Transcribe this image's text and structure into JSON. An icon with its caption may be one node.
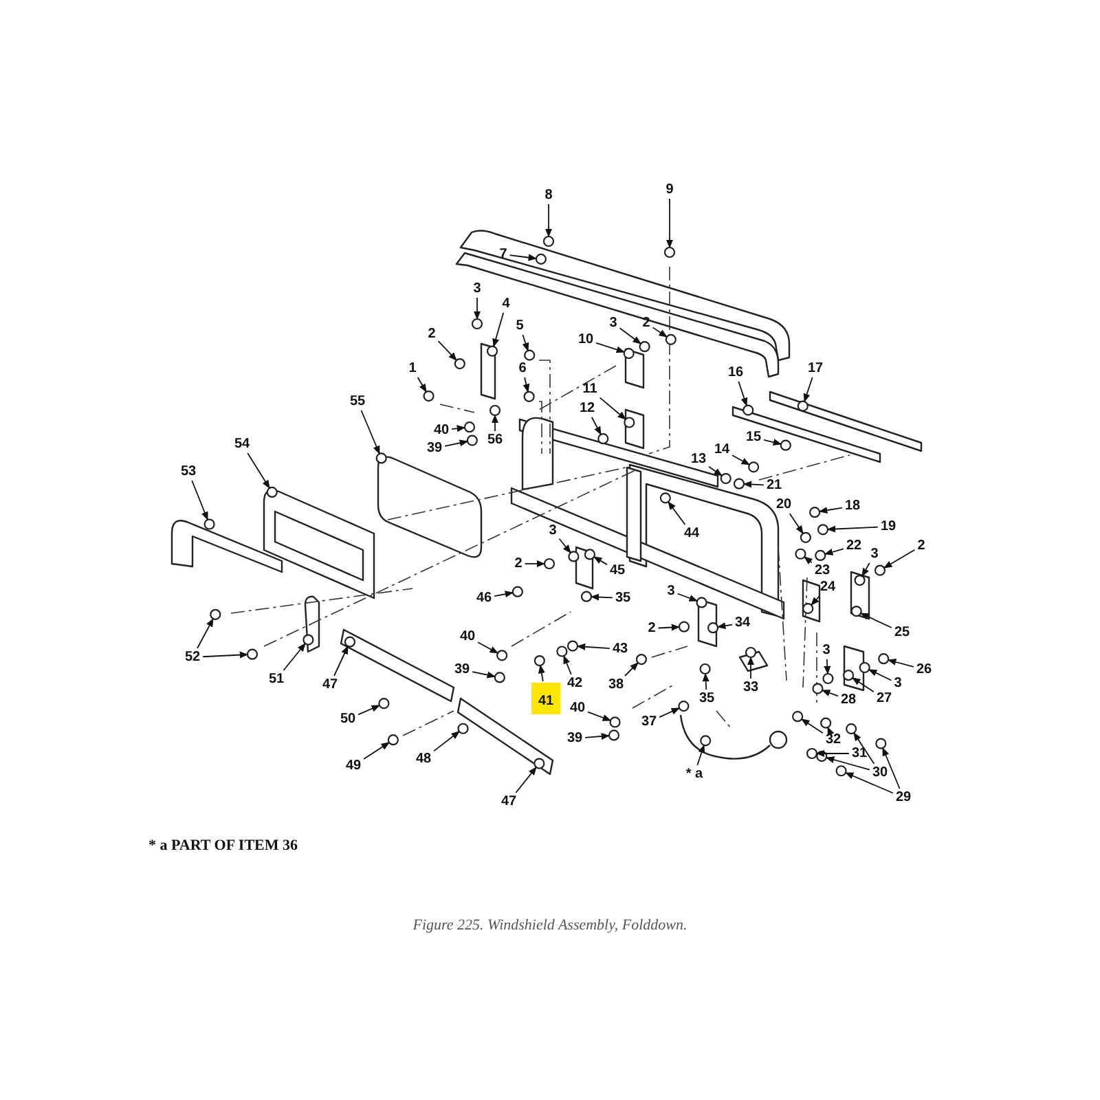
{
  "diagram": {
    "caption": "Figure 225.  Windshield Assembly, Folddown.",
    "nodes": [
      {
        "text": [
          "8"
        ]
      },
      {
        "text": [
          "9"
        ]
      },
      {
        "text": [
          "7"
        ]
      },
      {
        "text": [
          "3"
        ]
      },
      {
        "text": [
          "4"
        ]
      },
      {
        "text": [
          "2"
        ]
      },
      {
        "text": [
          "3"
        ]
      },
      {
        "text": [
          "5"
        ]
      },
      {
        "text": [
          "2"
        ]
      },
      {
        "text": [
          "10"
        ]
      },
      {
        "text": [
          "6"
        ]
      },
      {
        "text": [
          "1"
        ]
      },
      {
        "text": [
          "16"
        ]
      },
      {
        "text": [
          "17"
        ]
      },
      {
        "text": [
          "11"
        ]
      },
      {
        "text": [
          "55"
        ]
      },
      {
        "text": [
          "12"
        ]
      },
      {
        "text": [
          "40"
        ]
      },
      {
        "text": [
          "56"
        ]
      },
      {
        "text": [
          "15"
        ]
      },
      {
        "text": [
          "54"
        ]
      },
      {
        "text": [
          "39"
        ]
      },
      {
        "text": [
          "14"
        ]
      },
      {
        "text": [
          "13"
        ]
      },
      {
        "text": [
          "53"
        ]
      },
      {
        "text": [
          "21"
        ]
      },
      {
        "text": [
          "20"
        ]
      },
      {
        "text": [
          "18"
        ]
      },
      {
        "text": [
          "19"
        ]
      },
      {
        "text": [
          "44"
        ]
      },
      {
        "text": [
          "3"
        ]
      },
      {
        "text": [
          "22"
        ]
      },
      {
        "text": [
          "2"
        ]
      },
      {
        "text": [
          "3"
        ]
      },
      {
        "text": [
          "2"
        ]
      },
      {
        "text": [
          "45"
        ]
      },
      {
        "text": [
          "23"
        ]
      },
      {
        "text": [
          "24"
        ]
      },
      {
        "text": [
          "3"
        ]
      },
      {
        "text": [
          "35"
        ]
      },
      {
        "text": [
          "46"
        ]
      },
      {
        "text": [
          "34"
        ]
      },
      {
        "text": [
          "2"
        ]
      },
      {
        "text": [
          "25"
        ]
      },
      {
        "text": [
          "40"
        ]
      },
      {
        "text": [
          "43"
        ]
      },
      {
        "text": [
          "3"
        ]
      },
      {
        "text": [
          "52"
        ]
      },
      {
        "text": [
          "26"
        ]
      },
      {
        "text": [
          "39"
        ]
      },
      {
        "text": [
          "51"
        ]
      },
      {
        "text": [
          "3"
        ]
      },
      {
        "text": [
          "42"
        ]
      },
      {
        "text": [
          "38"
        ]
      },
      {
        "text": [
          "47"
        ]
      },
      {
        "text": [
          "33"
        ]
      },
      {
        "text": [
          "41"
        ]
      },
      {
        "text": [
          "35"
        ]
      },
      {
        "text": [
          "27"
        ]
      },
      {
        "text": [
          "28"
        ]
      },
      {
        "text": [
          "40"
        ]
      },
      {
        "text": [
          "50"
        ]
      },
      {
        "text": [
          "37"
        ]
      },
      {
        "text": [
          "39"
        ]
      },
      {
        "text": [
          "32"
        ]
      },
      {
        "text": [
          "31"
        ]
      },
      {
        "text": [
          "48"
        ]
      },
      {
        "text": [
          "49"
        ]
      },
      {
        "text": [
          "30"
        ]
      },
      {
        "text": [
          "* a"
        ]
      },
      {
        "text": [
          "29"
        ]
      },
      {
        "text": [
          "47"
        ]
      },
      {
        "text": [],
        "shape": "circle"
      },
      {
        "text": [],
        "shape": "circle"
      },
      {
        "text": [],
        "shape": "circle"
      },
      {
        "text": [],
        "shape": "circle"
      },
      {
        "text": [],
        "shape": "circle"
      },
      {
        "text": [],
        "shape": "circle"
      },
      {
        "text": [],
        "shape": "circle"
      },
      {
        "text": [],
        "shape": "circle"
      },
      {
        "text": [],
        "shape": "circle"
      },
      {
        "text": [],
        "shape": "circle"
      },
      {
        "text": [],
        "shape": "circle"
      },
      {
        "text": [],
        "shape": "circle"
      },
      {
        "text": [],
        "shape": "circle"
      },
      {
        "text": [],
        "shape": "circle"
      },
      {
        "text": [],
        "shape": "circle"
      },
      {
        "text": [],
        "shape": "circle"
      },
      {
        "text": [],
        "shape": "circle"
      },
      {
        "text": [],
        "shape": "circle"
      },
      {
        "text": [],
        "shape": "circle"
      },
      {
        "text": [],
        "shape": "circle"
      },
      {
        "text": [],
        "shape": "circle"
      },
      {
        "text": [],
        "shape": "circle"
      },
      {
        "text": [],
        "shape": "circle"
      },
      {
        "text": [],
        "shape": "circle"
      },
      {
        "text": [],
        "shape": "circle"
      },
      {
        "text": [],
        "shape": "circle"
      },
      {
        "text": [],
        "shape": "circle"
      },
      {
        "text": [],
        "shape": "circle"
      },
      {
        "text": [],
        "shape": "circle"
      },
      {
        "text": [],
        "shape": "circle"
      },
      {
        "text": [],
        "shape": "circle"
      },
      {
        "text": [],
        "shape": "circle"
      },
      {
        "text": [],
        "shape": "circle"
      },
      {
        "text": [],
        "shape": "circle"
      },
      {
        "text": [],
        "shape": "circle"
      },
      {
        "text": [],
        "shape": "circle"
      },
      {
        "text": [],
        "shape": "circle"
      },
      {
        "text": [],
        "shape": "circle"
      },
      {
        "text": [],
        "shape": "circle"
      },
      {
        "text": [],
        "shape": "circle"
      },
      {
        "text": [],
        "shape": "circle"
      },
      {
        "text": [],
        "shape": "circle"
      },
      {
        "text": [],
        "shape": "circle"
      },
      {
        "text": [],
        "shape": "circle"
      },
      {
        "text": [],
        "shape": "circle"
      },
      {
        "text": [],
        "shape": "circle"
      },
      {
        "text": [],
        "shape": "circle"
      },
      {
        "text": [],
        "shape": "circle"
      },
      {
        "text": [],
        "shape": "circle"
      },
      {
        "text": [],
        "shape": "circle"
      },
      {
        "text": [],
        "shape": "circle"
      },
      {
        "text": [],
        "shape": "circle"
      },
      {
        "text": [],
        "shape": "circle"
      },
      {
        "text": [],
        "shape": "circle"
      },
      {
        "text": [],
        "shape": "circle"
      },
      {
        "text": [],
        "shape": "circle"
      },
      {
        "text": [],
        "shape": "circle"
      },
      {
        "text": [],
        "shape": "circle"
      },
      {
        "text": [],
        "shape": "circle"
      },
      {
        "text": [],
        "shape": "circle"
      },
      {
        "text": [],
        "shape": "circle"
      },
      {
        "text": [],
        "shape": "circle"
      },
      {
        "text": [],
        "shape": "circle"
      },
      {
        "text": [],
        "shape": "circle"
      },
      {
        "text": [],
        "shape": "circle"
      },
      {
        "text": [],
        "shape": "circle"
      },
      {
        "text": [],
        "shape": "circle"
      },
      {
        "text": [],
        "shape": "circle"
      },
      {
        "text": [],
        "shape": "circle"
      },
      {
        "text": [],
        "shape": "circle"
      },
      {
        "text": [],
        "shape": "circle"
      },
      {
        "text": [],
        "shape": "circle"
      },
      {
        "text": [],
        "shape": "circle"
      },
      {
        "text": [],
        "shape": "circle"
      },
      {
        "text": [],
        "shape": "circle"
      },
      {
        "text": [],
        "shape": "circle"
      }
    ],
    "edges": [
      {
        "from": 0,
        "to": 72,
        "arrow": "to"
      },
      {
        "from": 1,
        "to": 73,
        "arrow": "to"
      },
      {
        "from": 2,
        "to": 74,
        "arrow": "to"
      },
      {
        "from": 3,
        "to": 75,
        "arrow": "to"
      },
      {
        "from": 4,
        "to": 76,
        "arrow": "to"
      },
      {
        "from": 5,
        "to": 77,
        "arrow": "to"
      },
      {
        "from": 6,
        "to": 78,
        "arrow": "to"
      },
      {
        "from": 7,
        "to": 79,
        "arrow": "to"
      },
      {
        "from": 8,
        "to": 80,
        "arrow": "to"
      },
      {
        "from": 9,
        "to": 81,
        "arrow": "to"
      },
      {
        "from": 10,
        "to": 82,
        "arrow": "to"
      },
      {
        "from": 11,
        "to": 83,
        "arrow": "to"
      },
      {
        "from": 12,
        "to": 84,
        "arrow": "to"
      },
      {
        "from": 13,
        "to": 85,
        "arrow": "to"
      },
      {
        "from": 14,
        "to": 86,
        "arrow": "to"
      },
      {
        "from": 15,
        "to": 87,
        "arrow": "to"
      },
      {
        "from": 16,
        "to": 88,
        "arrow": "to"
      },
      {
        "from": 17,
        "to": 89,
        "arrow": "to"
      },
      {
        "from": 18,
        "to": 90,
        "arrow": "to"
      },
      {
        "from": 19,
        "to": 91,
        "arrow": "to"
      },
      {
        "from": 20,
        "to": 92,
        "arrow": "to"
      },
      {
        "from": 21,
        "to": 93,
        "arrow": "to"
      },
      {
        "from": 22,
        "to": 94,
        "arrow": "to"
      },
      {
        "from": 23,
        "to": 95,
        "arrow": "to"
      },
      {
        "from": 24,
        "to": 96,
        "arrow": "to"
      },
      {
        "from": 25,
        "to": 97,
        "arrow": "to"
      },
      {
        "from": 26,
        "to": 98,
        "arrow": "to"
      },
      {
        "from": 27,
        "to": 99,
        "arrow": "to"
      },
      {
        "from": 28,
        "to": 100,
        "arrow": "to"
      },
      {
        "from": 29,
        "to": 101,
        "arrow": "to"
      },
      {
        "from": 30,
        "to": 102,
        "arrow": "to"
      },
      {
        "from": 31,
        "to": 103,
        "arrow": "to"
      },
      {
        "from": 32,
        "to": 104,
        "arrow": "to"
      },
      {
        "from": 33,
        "to": 105,
        "arrow": "to"
      },
      {
        "from": 34,
        "to": 106,
        "arrow": "to"
      },
      {
        "from": 35,
        "to": 107,
        "arrow": "to"
      },
      {
        "from": 36,
        "to": 108,
        "arrow": "to"
      },
      {
        "from": 37,
        "to": 109,
        "arrow": "to"
      },
      {
        "from": 38,
        "to": 110,
        "arrow": "to"
      },
      {
        "from": 39,
        "to": 111,
        "arrow": "to"
      },
      {
        "from": 40,
        "to": 112,
        "arrow": "to"
      },
      {
        "from": 41,
        "to": 113,
        "arrow": "to"
      },
      {
        "from": 42,
        "to": 114,
        "arrow": "to"
      },
      {
        "from": 43,
        "to": 115,
        "arrow": "to"
      },
      {
        "from": 44,
        "to": 116,
        "arrow": "to"
      },
      {
        "from": 45,
        "to": 117,
        "arrow": "to"
      },
      {
        "from": 46,
        "to": 118,
        "arrow": "to"
      },
      {
        "from": 47,
        "to": 119,
        "arrow": "to"
      },
      {
        "from": 47,
        "to": 120,
        "arrow": "to"
      },
      {
        "from": 48,
        "to": 121,
        "arrow": "to"
      },
      {
        "from": 49,
        "to": 122,
        "arrow": "to"
      },
      {
        "from": 50,
        "to": 123,
        "arrow": "to"
      },
      {
        "from": 51,
        "to": 124,
        "arrow": "to"
      },
      {
        "from": 52,
        "to": 125,
        "arrow": "to"
      },
      {
        "from": 53,
        "to": 126,
        "arrow": "to"
      },
      {
        "from": 54,
        "to": 127,
        "arrow": "to"
      },
      {
        "from": 55,
        "to": 128,
        "arrow": "to"
      },
      {
        "from": 56,
        "to": 129,
        "arrow": "to"
      },
      {
        "from": 57,
        "to": 130,
        "arrow": "to"
      },
      {
        "from": 58,
        "to": 131,
        "arrow": "to"
      },
      {
        "from": 59,
        "to": 132,
        "arrow": "to"
      },
      {
        "from": 60,
        "to": 133,
        "arrow": "to"
      },
      {
        "from": 61,
        "to": 134,
        "arrow": "to"
      },
      {
        "from": 62,
        "to": 135,
        "arrow": "to"
      },
      {
        "from": 63,
        "to": 136,
        "arrow": "to"
      },
      {
        "from": 64,
        "to": 137,
        "arrow": "to"
      },
      {
        "from": 64,
        "to": 138,
        "arrow": "to"
      },
      {
        "from": 65,
        "to": 139,
        "arrow": "to"
      },
      {
        "from": 66,
        "to": 140,
        "arrow": "to"
      },
      {
        "from": 67,
        "to": 141,
        "arrow": "to"
      },
      {
        "from": 68,
        "to": 142,
        "arrow": "to"
      },
      {
        "from": 68,
        "to": 143,
        "arrow": "to"
      },
      {
        "from": 69,
        "to": 144,
        "arrow": "to"
      },
      {
        "from": 70,
        "to": 145,
        "arrow": "to"
      },
      {
        "from": 70,
        "to": 146,
        "arrow": "to"
      },
      {
        "from": 71,
        "to": 147,
        "arrow": "to"
      }
    ],
    "labels": [
      "* a PART OF ITEM 36"
    ]
  }
}
